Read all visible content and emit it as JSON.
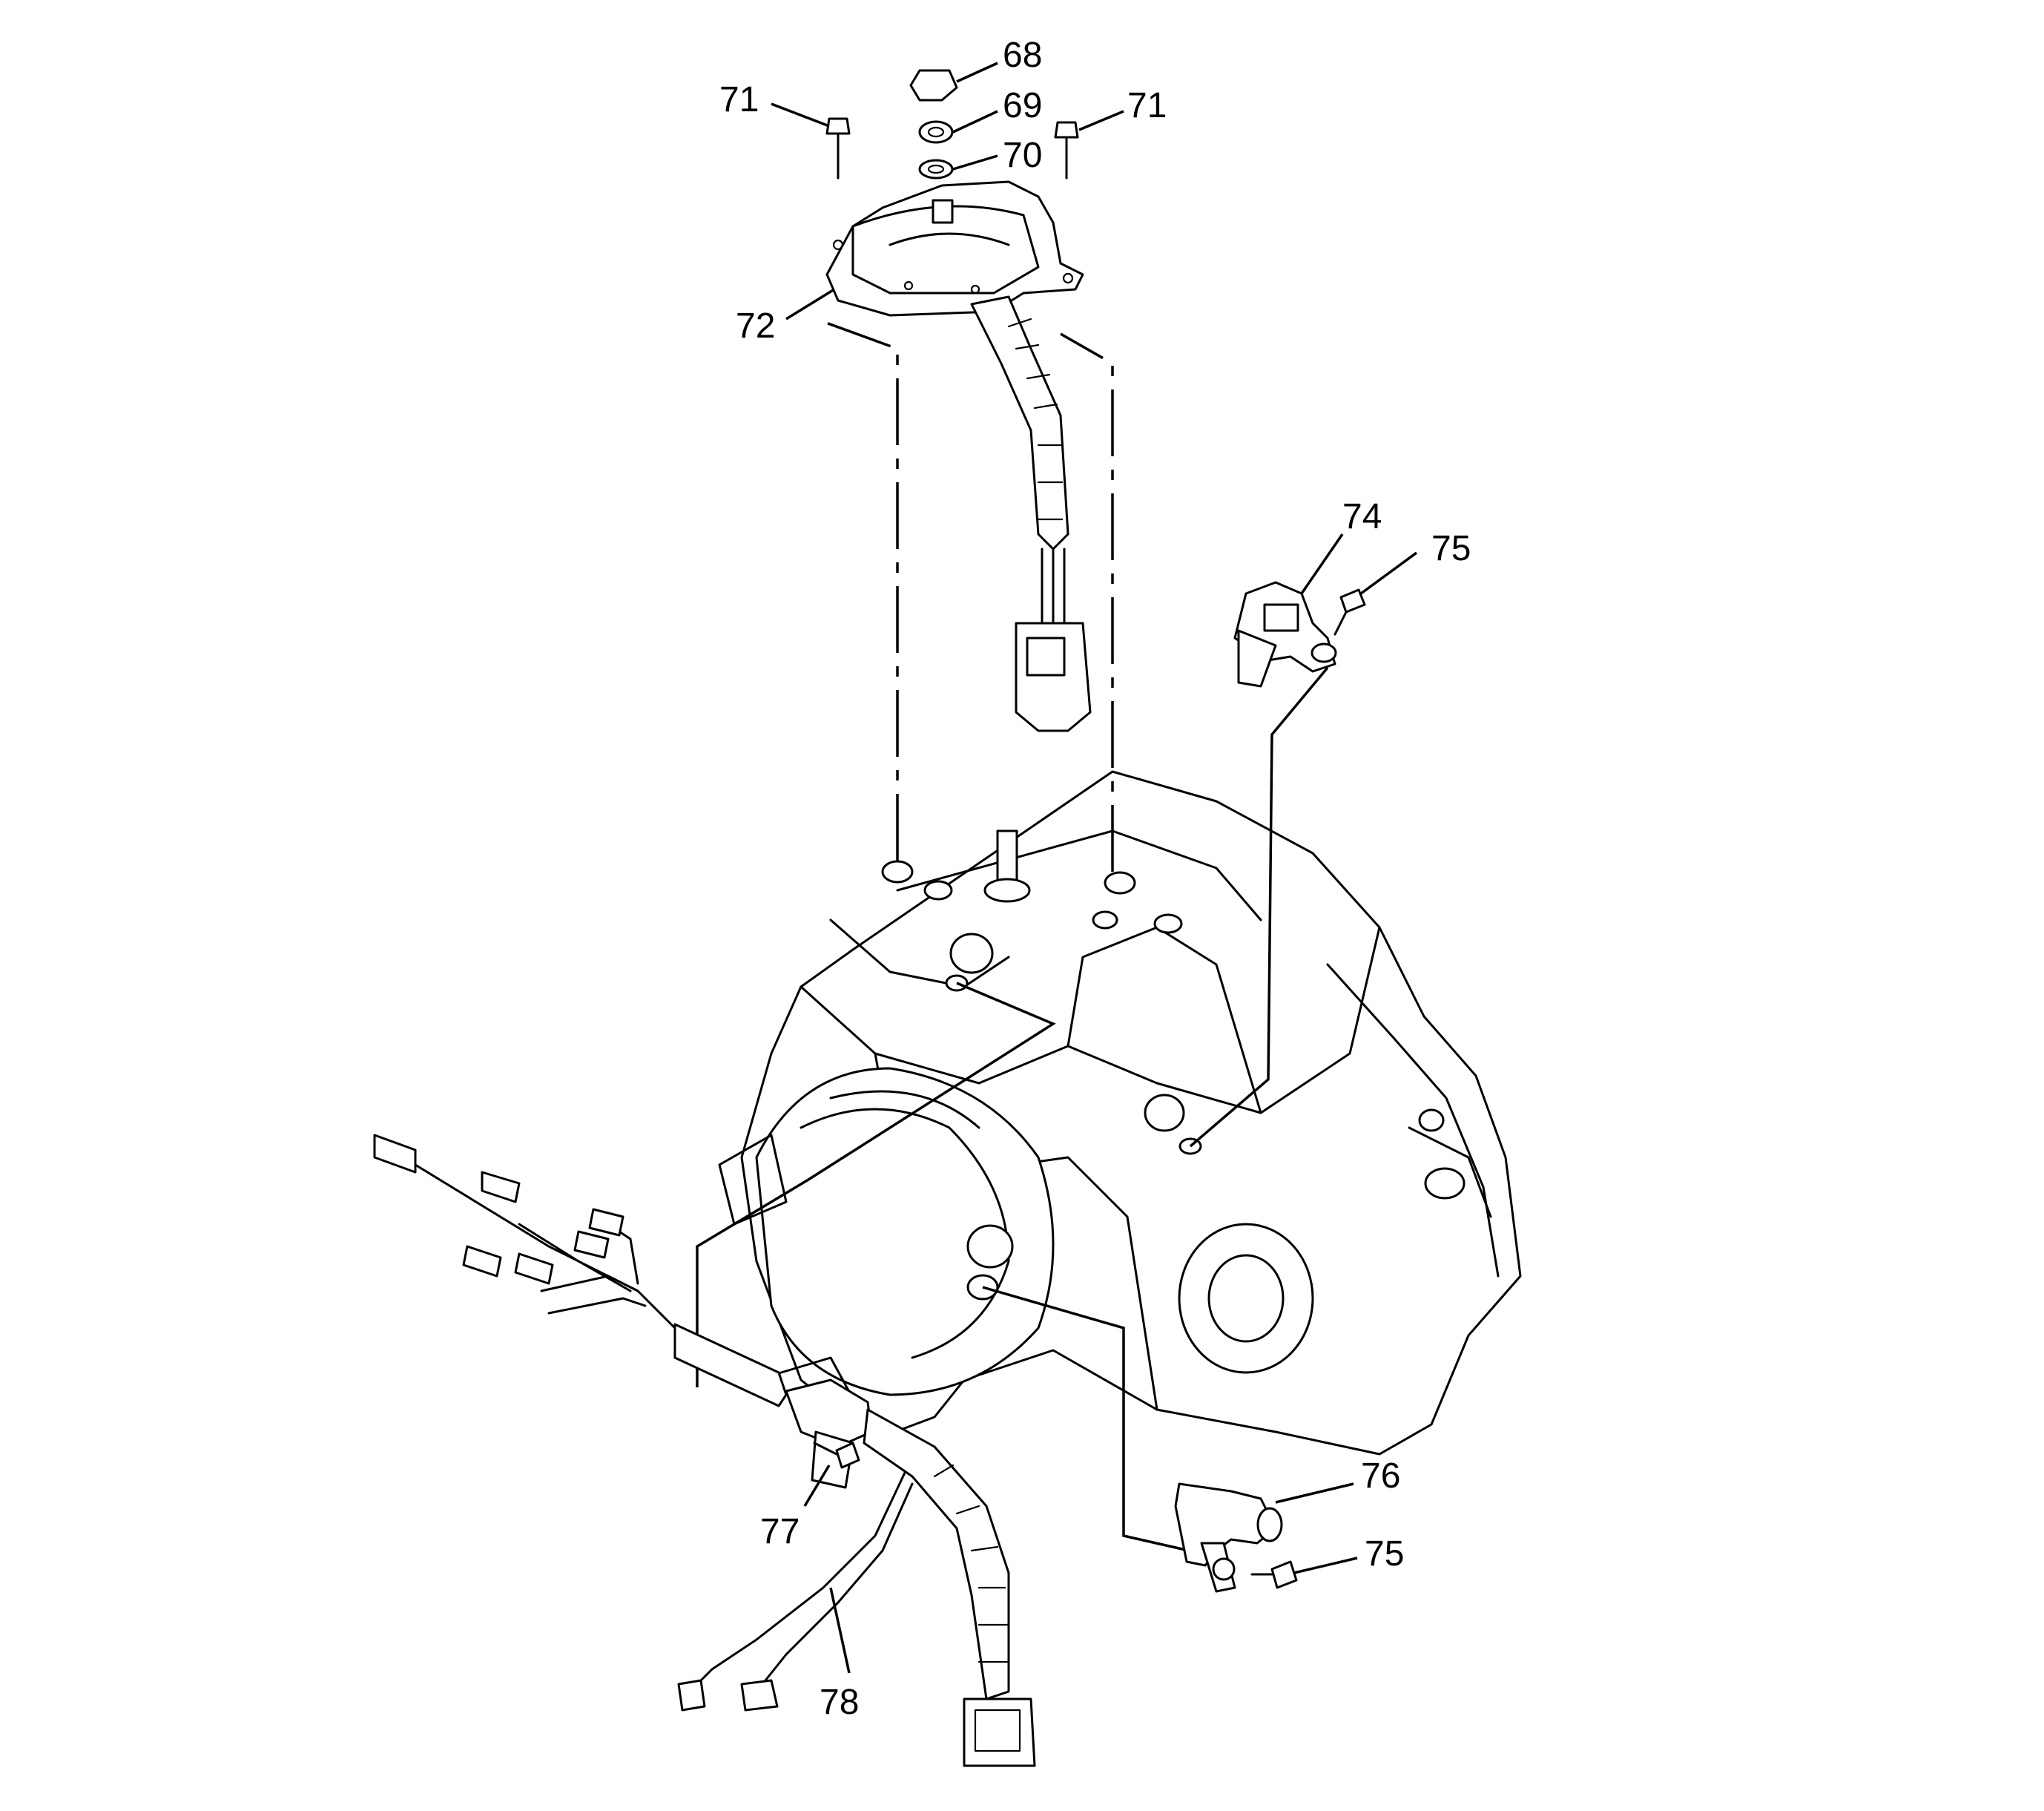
{
  "callouts": {
    "c68": "68",
    "c69": "69",
    "c70": "70",
    "c71_left": "71",
    "c71_right": "71",
    "c72": "72",
    "c74": "74",
    "c75_top": "75",
    "c75_bottom": "75",
    "c76": "76",
    "c77": "77",
    "c78": "78"
  },
  "colors": {
    "line": "#000000",
    "background": "#ffffff"
  }
}
